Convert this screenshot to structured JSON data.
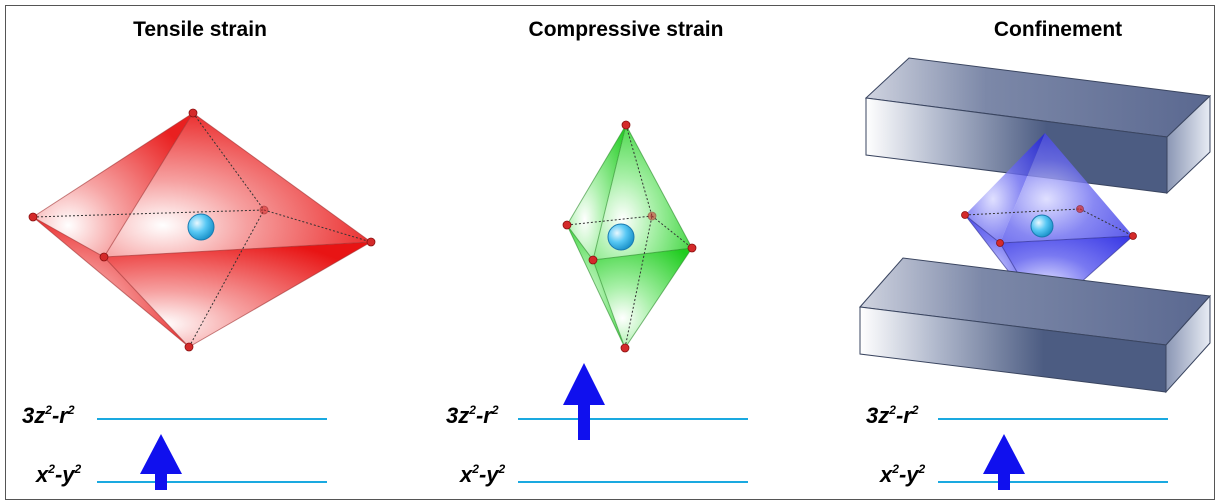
{
  "panels": [
    {
      "title": "Tensile strain",
      "level_high": "3z²-r²",
      "level_low": "x²-y²"
    },
    {
      "title": "Compressive strain",
      "level_high": "3z²-r²",
      "level_low": "x²-y²"
    },
    {
      "title": "Confinement",
      "level_high": "3z²-r²",
      "level_low": "x²-y²"
    }
  ],
  "colors": {
    "tensile": "#e81414",
    "compressive": "#22d022",
    "confinement": "#2a2ae8",
    "slab": "#4a5a80",
    "level_line": "#1aa9e0",
    "arrow": "#1010ee",
    "vertex": "#d42a2a",
    "center_ion": "#38b8f0"
  },
  "icons": [
    "up-arrow-icon"
  ]
}
